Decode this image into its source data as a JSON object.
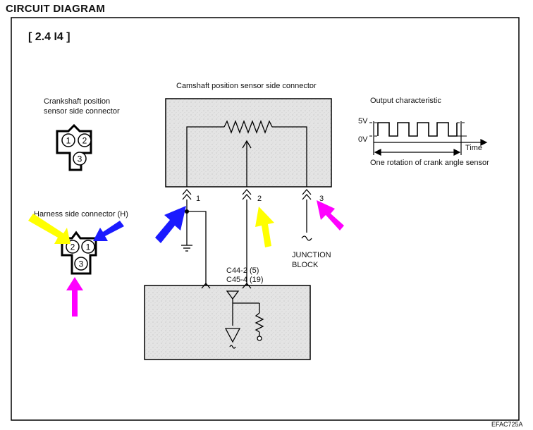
{
  "header": {
    "title": "CIRCUIT DIAGRAM"
  },
  "engine_label": "[ 2.4 I4 ]",
  "camshaft_connector": {
    "title": "Camshaft position sensor side connector"
  },
  "crankshaft_connector": {
    "title": "Crankshaft position sensor side connector",
    "pins": [
      "1",
      "2",
      "3"
    ]
  },
  "harness_connector": {
    "title": "Harness side connector (H)",
    "pins": [
      "2",
      "1",
      "3"
    ]
  },
  "output_characteristic": {
    "title": "Output characteristic",
    "high_level": "5V",
    "low_level": "0V",
    "time_label": "Time",
    "rotation_label": "One rotation of crank angle sensor"
  },
  "pins": {
    "p1": "1",
    "p2": "2",
    "p3": "3"
  },
  "junction_block": "JUNCTION BLOCK",
  "ecm_connectors": {
    "c44": "C44-2 (5)",
    "c45": "C45-4 (19)"
  },
  "supply_label": "5V",
  "figure_code": "EFAC725A",
  "colors": {
    "yellow_arrow": "#ffff00",
    "blue_arrow": "#1a1aff",
    "magenta_arrow": "#ff00ff",
    "sensor_fill": "#e6e6e6"
  }
}
